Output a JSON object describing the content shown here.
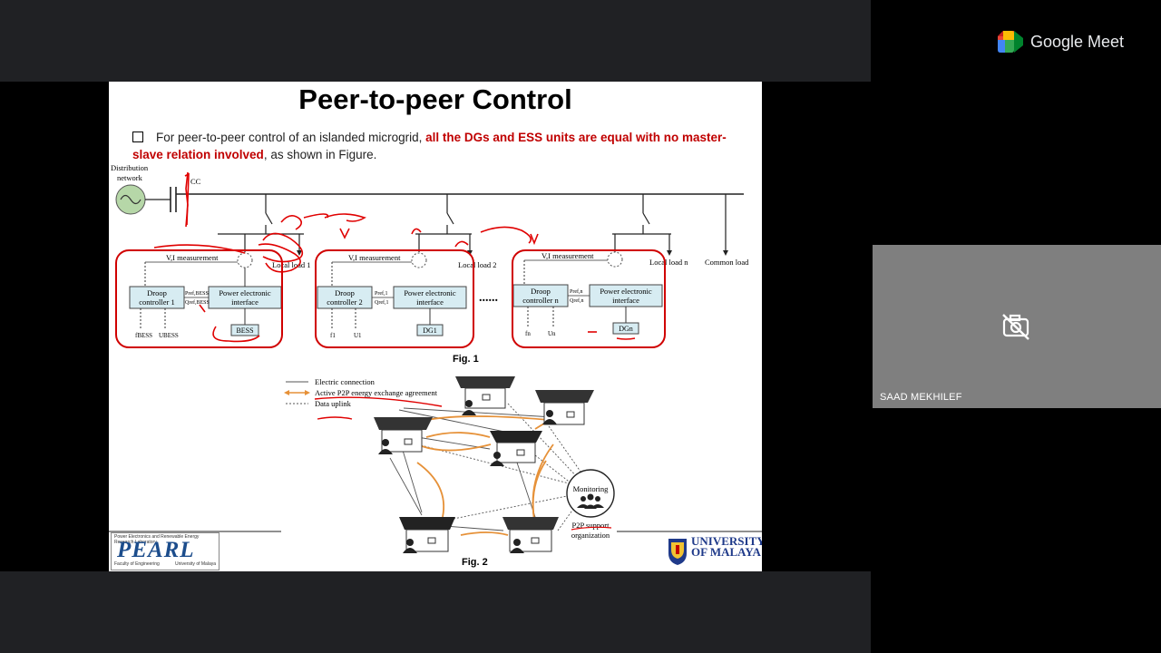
{
  "slide": {
    "title": "Peer-to-peer Control",
    "bullet": {
      "prefix": "For peer-to-peer control of an islanded microgrid, ",
      "highlight": "all the DGs and ESS units are equal with no master-slave relation involved",
      "suffix": ", as shown in Figure."
    },
    "fig1": {
      "caption": "Fig. 1",
      "distribution_label_1": "Distribution",
      "distribution_label_2": "network",
      "pcc_label": "CC",
      "vi_label": "V,I measurement",
      "units": [
        {
          "droop_1": "Droop",
          "droop_2": "controller 1",
          "pe_1": "Power electronic",
          "pe_2": "interface",
          "source": "BESS",
          "p_label": "Pref,BESS",
          "q_label": "Qref,BESS",
          "f_label": "fBESS",
          "u_label": "UBESS",
          "load": "Local load 1"
        },
        {
          "droop_1": "Droop",
          "droop_2": "controller 2",
          "pe_1": "Power electronic",
          "pe_2": "interface",
          "source": "DG1",
          "p_label": "Pref,1",
          "q_label": "Qref,1",
          "f_label": "f1",
          "u_label": "U1",
          "load": "Local load 2"
        },
        {
          "droop_1": "Droop",
          "droop_2": "controller n",
          "pe_1": "Power electronic",
          "pe_2": "interface",
          "source": "DGn",
          "p_label": "Pref,n",
          "q_label": "Qref,n",
          "f_label": "fn",
          "u_label": "Un",
          "load": "Local load n"
        }
      ],
      "common_load": "Common load",
      "dots": "......"
    },
    "fig2": {
      "caption": "Fig. 2",
      "legend": [
        "Electric connection",
        "Active P2P energy exchange agreement",
        "Data uplink"
      ],
      "monitoring": "Monitoring",
      "org_1": "P2P support",
      "org_2": "organization"
    },
    "logos": {
      "pearl": "PEARL",
      "pearl_line1": "Power Electronics and Renewable Energy Research Laboratory",
      "pearl_line2": "Faculty of Engineering",
      "pearl_line3": "University of Malaya",
      "um_line1": "UNIVERSITY",
      "um_line2": "OF MALAYA"
    }
  },
  "meet": {
    "brand": "Google Meet",
    "participant": "SAAD MEKHILEF"
  },
  "colors": {
    "annotation_red": "#e00000",
    "box_fill": "#d7ecf2",
    "p2p_orange": "#e69138",
    "text_red": "#c00000"
  }
}
